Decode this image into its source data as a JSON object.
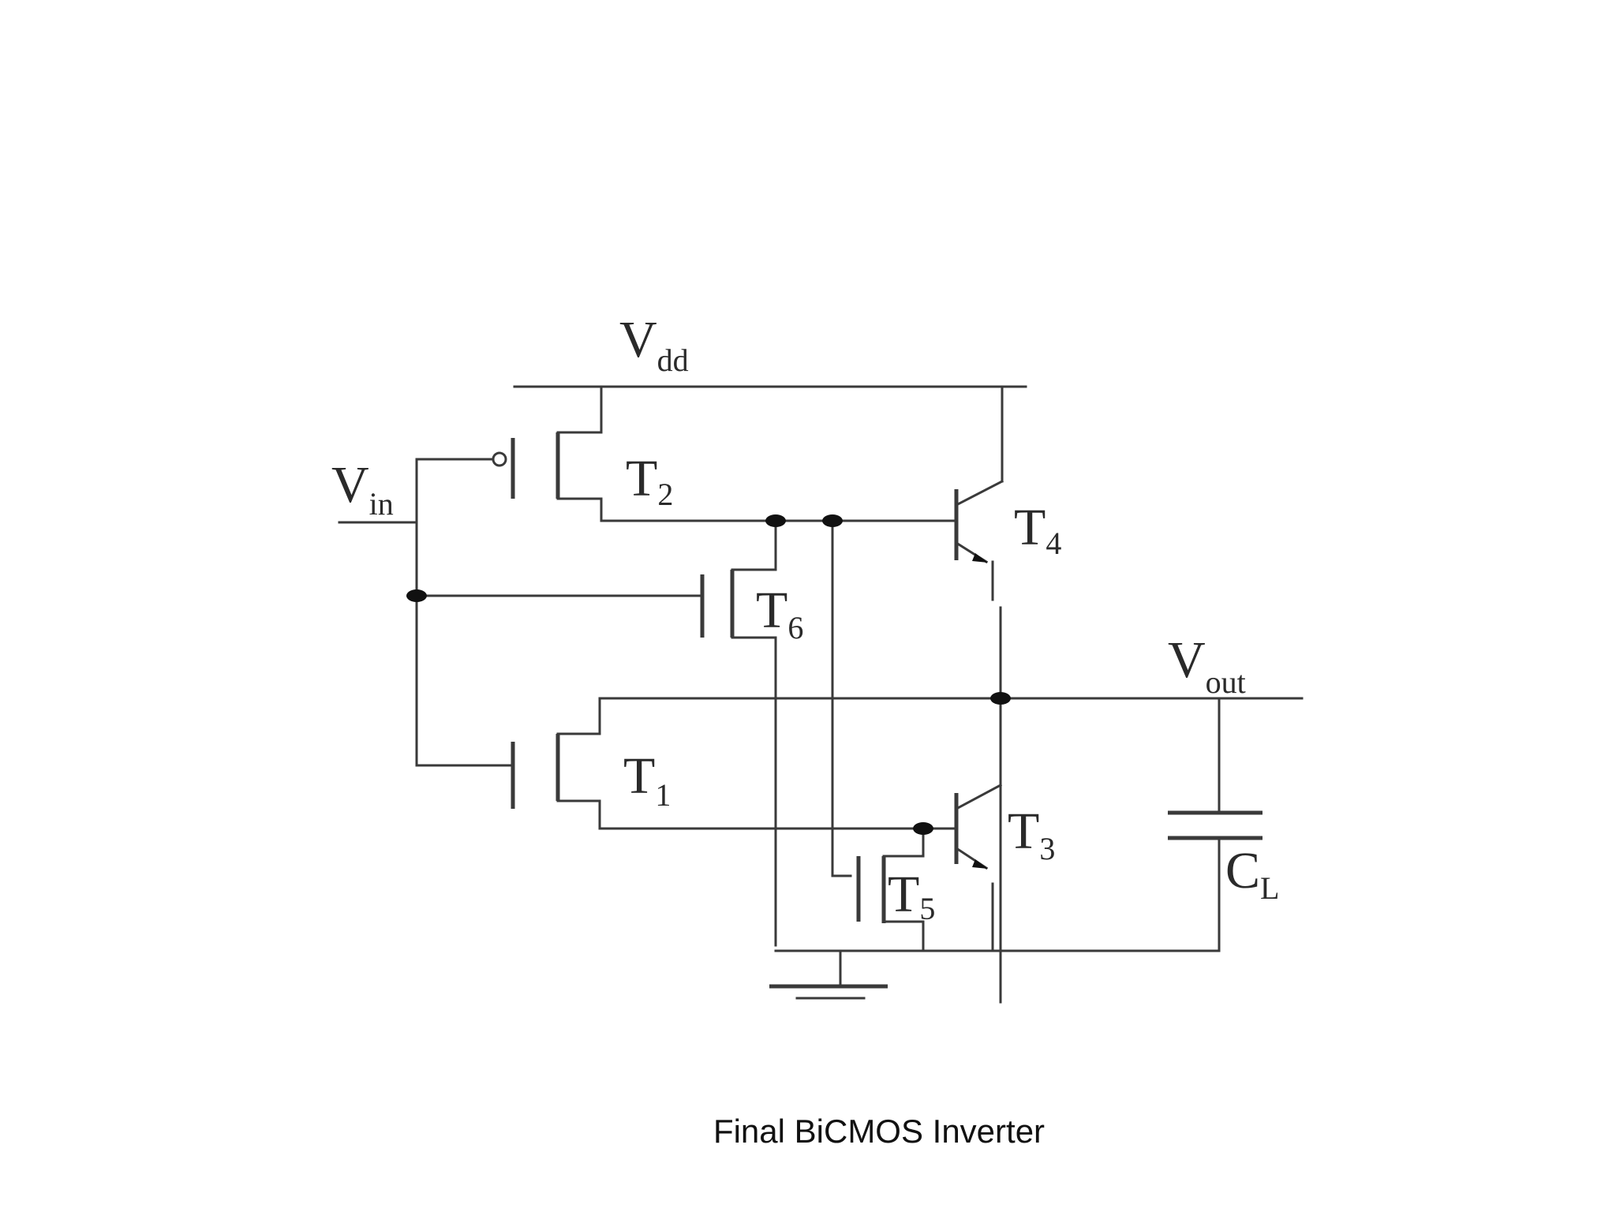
{
  "diagram": {
    "labels": {
      "vdd": {
        "main": "V",
        "sub": "dd"
      },
      "vin": {
        "main": "V",
        "sub": "in"
      },
      "vout": {
        "main": "V",
        "sub": "out"
      },
      "t1": {
        "main": "T",
        "sub": "1"
      },
      "t2": {
        "main": "T",
        "sub": "2"
      },
      "t3": {
        "main": "T",
        "sub": "3"
      },
      "t4": {
        "main": "T",
        "sub": "4"
      },
      "t5": {
        "main": "T",
        "sub": "5"
      },
      "t6": {
        "main": "T",
        "sub": "6"
      },
      "cl": {
        "main": "C",
        "sub": "L"
      }
    }
  },
  "caption": "Final BiCMOS Inverter"
}
